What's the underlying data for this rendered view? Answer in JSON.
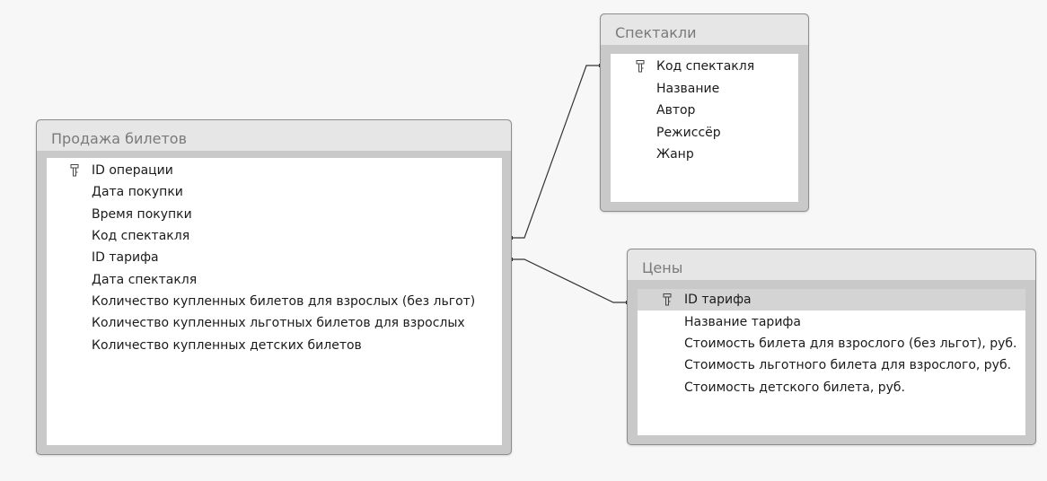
{
  "tables": {
    "sales": {
      "title": "Продажа билетов",
      "fields": [
        {
          "label": "ID операции",
          "key": true,
          "icon": "key-icon"
        },
        {
          "label": "Дата покупки"
        },
        {
          "label": "Время покупки"
        },
        {
          "label": "Код спектакля"
        },
        {
          "label": "ID тарифа"
        },
        {
          "label": "Дата спектакля"
        },
        {
          "label": "Количество купленных билетов для взрослых (без льгот)"
        },
        {
          "label": "Количество купленных льготных билетов для взрослых"
        },
        {
          "label": "Количество купленных детских билетов"
        }
      ]
    },
    "shows": {
      "title": "Спектакли",
      "fields": [
        {
          "label": "Код спектакля",
          "key": true,
          "icon": "key-icon"
        },
        {
          "label": "Название"
        },
        {
          "label": "Автор"
        },
        {
          "label": "Режиссёр"
        },
        {
          "label": "Жанр"
        }
      ]
    },
    "prices": {
      "title": "Цены",
      "fields": [
        {
          "label": "ID тарифа",
          "key": true,
          "icon": "key-icon",
          "selected": true
        },
        {
          "label": "Название тарифа"
        },
        {
          "label": "Стоимость билета для взрослого (без льгот), руб."
        },
        {
          "label": "Стоимость льготного билета для взрослого, руб."
        },
        {
          "label": "Стоимость детского билета, руб."
        }
      ]
    }
  },
  "colors": {
    "line": "#333333",
    "title_text": "#7a7a7a",
    "selected_row": "#d4d4d4"
  }
}
